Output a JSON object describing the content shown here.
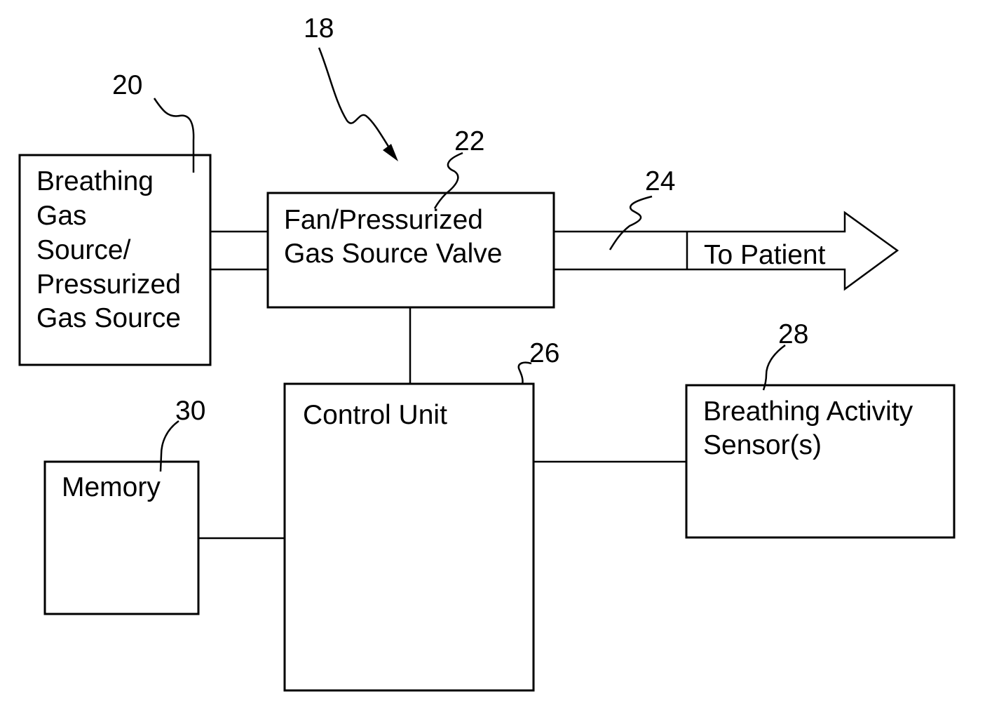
{
  "diagram": {
    "blocks": {
      "gas_source": {
        "lines": [
          "Breathing",
          "Gas",
          "Source/",
          "Pressurized",
          "Gas Source"
        ],
        "ref": "20"
      },
      "fan_valve": {
        "lines": [
          "Fan/Pressurized",
          "Gas Source Valve"
        ],
        "ref": "22"
      },
      "control_unit": {
        "lines": [
          "Control Unit"
        ],
        "ref": "26"
      },
      "sensors": {
        "lines": [
          "Breathing Activity",
          "Sensor(s)"
        ],
        "ref": "28"
      },
      "memory": {
        "lines": [
          "Memory"
        ],
        "ref": "30"
      }
    },
    "output_arrow": {
      "label": "To Patient"
    },
    "refs": {
      "system": "18",
      "conduit": "24"
    }
  }
}
